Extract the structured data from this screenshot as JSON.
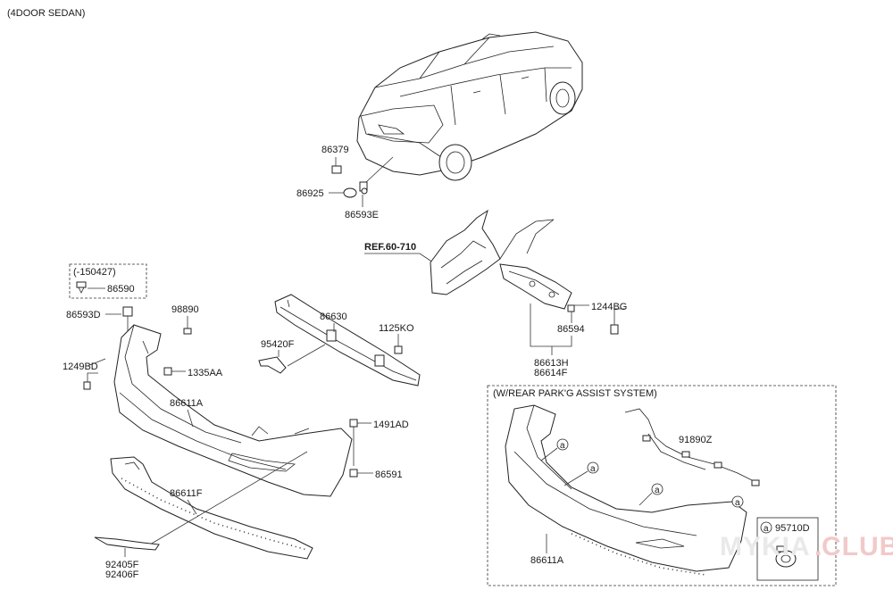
{
  "header": {
    "variant": "(4DOOR SEDAN)"
  },
  "ref_label": "REF.60-710",
  "boxes": {
    "serial_box": "(-150427)",
    "park_assist": "(W/REAR PARK'G ASSIST SYSTEM)"
  },
  "labels": {
    "p86379": "86379",
    "p86925": "86925",
    "p86593E": "86593E",
    "p86590": "86590",
    "p86593D": "86593D",
    "p98890": "98890",
    "p86630": "86630",
    "p1125KO": "1125KO",
    "p95420F": "95420F",
    "p1249BD": "1249BD",
    "p1335AA": "1335AA",
    "p86611A_main": "86611A",
    "p1491AD": "1491AD",
    "p86611F": "86611F",
    "p86591": "86591",
    "p92405F": "92405F",
    "p92406F": "92406F",
    "p1244BG": "1244BG",
    "p86594": "86594",
    "p86613H": "86613H",
    "p86614F": "86614F",
    "p91890Z": "91890Z",
    "p86611A_pa": "86611A",
    "p95710D": "95710D"
  },
  "callout_marker": "a",
  "watermark": {
    "part1": "MYKIA",
    "dot": ".",
    "part2": "CLUB"
  }
}
